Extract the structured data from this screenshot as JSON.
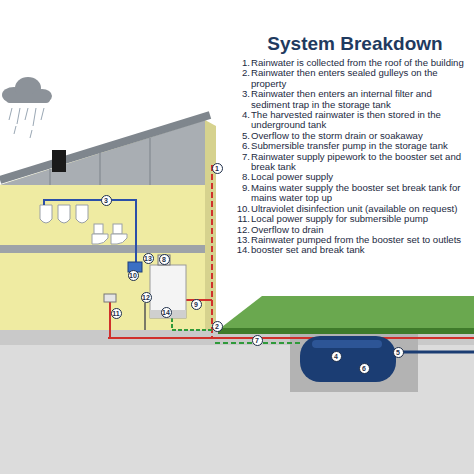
{
  "diagram": {
    "title": "System Breakdown",
    "nodes": [
      {
        "text": [
          "1"
        ]
      },
      {
        "text": [
          "2"
        ]
      },
      {
        "text": [
          "3"
        ]
      },
      {
        "text": [
          "4"
        ]
      },
      {
        "text": [
          "5"
        ]
      },
      {
        "text": [
          "6"
        ]
      },
      {
        "text": [
          "7"
        ]
      },
      {
        "text": [
          "8"
        ]
      },
      {
        "text": [
          "9"
        ]
      },
      {
        "text": [
          "10"
        ]
      },
      {
        "text": [
          "11"
        ]
      },
      {
        "text": [
          "12"
        ]
      },
      {
        "text": [
          "13"
        ]
      },
      {
        "text": [
          "14"
        ]
      }
    ],
    "labels": [
      "1.",
      "Rainwater is collected from the roof of the building",
      "2.",
      "Rainwater then enters sealed gulleys on the property",
      "3.",
      "Rainwater then enters an internal filter and sediment trap in the storage tank",
      "4.",
      "The harvested rainwater is then stored in the underground tank",
      "5.",
      "Overflow to the storm drain or soakaway",
      "6.",
      "Submersible transfer pump in the storage tank",
      "7.",
      "Rainwater supply pipework to the booster set and break tank",
      "8.",
      "Local power supply",
      "9.",
      "Mains water supply the booster set break tank for mains water top up",
      "10.",
      "Ultraviolet disinfection unit (available on request)",
      "11.",
      "Local power supply for submersible pump",
      "12.",
      "Overflow to drain",
      "13.",
      "Rainwater pumped from the booster set to outlets",
      "14.",
      "booster set and break tank"
    ]
  }
}
